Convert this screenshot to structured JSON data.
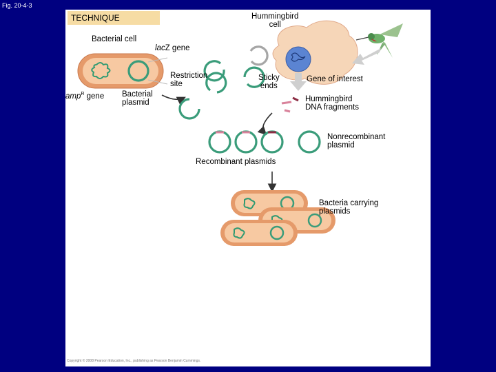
{
  "figure_label": "Fig. 20-4-3",
  "technique_label": "TECHNIQUE",
  "labels": {
    "hummingbird_cell": "Hummingbird\ncell",
    "bacterial_cell": "Bacterial cell",
    "lacz_italic": "lac",
    "lacz_rest": "Z gene",
    "restriction_site": "Restriction\nsite",
    "sticky_ends": "Sticky\nends",
    "gene_of_interest": "Gene of interest",
    "ampr_italic": "amp",
    "ampr_sup": "R",
    "ampr_rest": " gene",
    "bacterial_plasmid": "Bacterial\nplasmid",
    "hummingbird_dna": "Hummingbird\nDNA fragments",
    "nonrecombinant": "Nonrecombinant\nplasmid",
    "recombinant": "Recombinant plasmids",
    "bacteria_carrying": "Bacteria carrying\nplasmids"
  },
  "copyright": "Copyright © 2008 Pearson Education, Inc., publishing as Pearson Benjamin Cummings.",
  "colors": {
    "background": "#000080",
    "panel": "#ffffff",
    "technique_box": "#f6dca4",
    "cell_orange": "#e79a6b",
    "cell_inner": "#f8c9a0",
    "dna_green": "#2f9a72",
    "plasmid_green": "#3a9c7a",
    "nucleus_blue": "#4a78c9",
    "arrow_grey": "#c8c8c8"
  }
}
